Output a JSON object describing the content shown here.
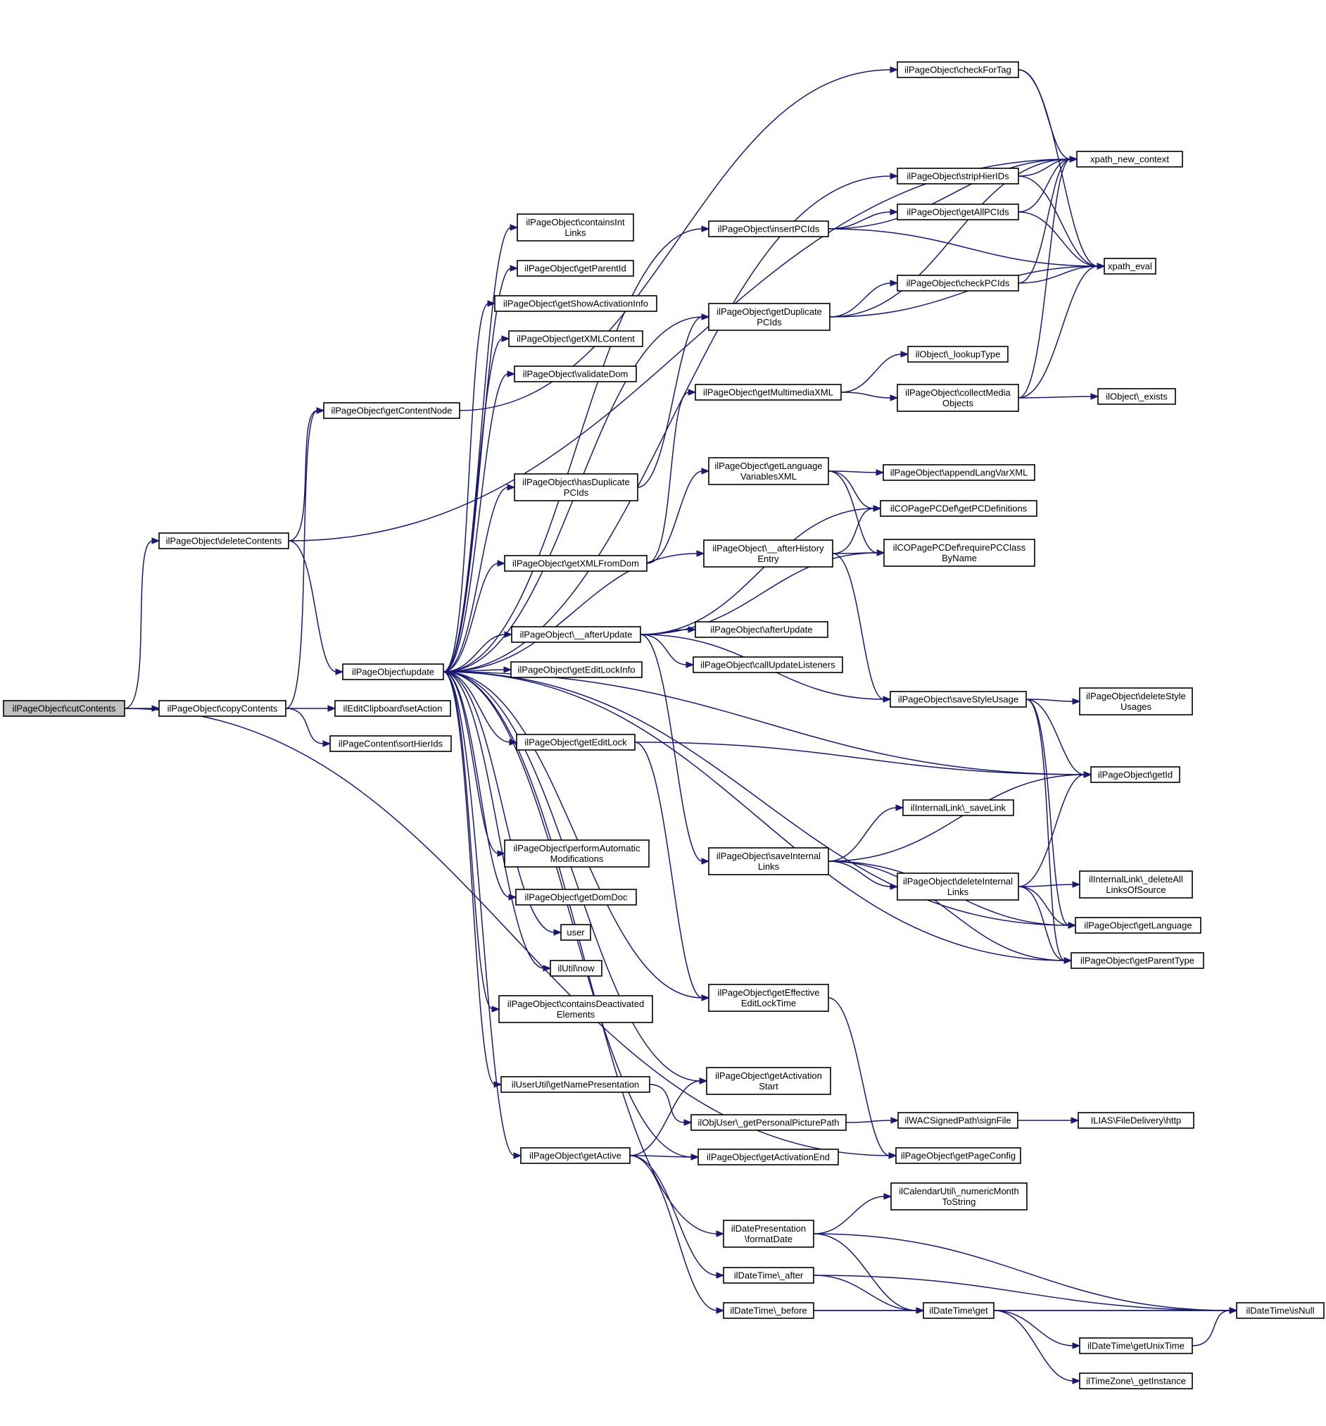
{
  "graph": {
    "edge_color": "#191970",
    "root_fill": "#bfbfbf",
    "nodes": [
      {
        "id": "cutContents",
        "lines": [
          "ilPageObject\\cutContents"
        ]
      },
      {
        "id": "deleteContents",
        "lines": [
          "ilPageObject\\deleteContents"
        ]
      },
      {
        "id": "copyContents",
        "lines": [
          "ilPageObject\\copyContents"
        ]
      },
      {
        "id": "getContentNode",
        "lines": [
          "ilPageObject\\getContentNode"
        ]
      },
      {
        "id": "update",
        "lines": [
          "ilPageObject\\update"
        ]
      },
      {
        "id": "setAction",
        "lines": [
          "ilEditClipboard\\setAction"
        ]
      },
      {
        "id": "sortHierIds",
        "lines": [
          "ilPageContent\\sortHierIds"
        ]
      },
      {
        "id": "containsIntLinks",
        "lines": [
          "ilPageObject\\containsInt",
          "Links"
        ]
      },
      {
        "id": "getParentId",
        "lines": [
          "ilPageObject\\getParentId"
        ]
      },
      {
        "id": "getShowActivationInfo",
        "lines": [
          "ilPageObject\\getShowActivationInfo"
        ]
      },
      {
        "id": "getXMLContent",
        "lines": [
          "ilPageObject\\getXMLContent"
        ]
      },
      {
        "id": "validateDom",
        "lines": [
          "ilPageObject\\validateDom"
        ]
      },
      {
        "id": "hasDuplicatePCIds",
        "lines": [
          "ilPageObject\\hasDuplicate",
          "PCIds"
        ]
      },
      {
        "id": "getXMLFromDom",
        "lines": [
          "ilPageObject\\getXMLFromDom"
        ]
      },
      {
        "id": "afterUpdateInt",
        "lines": [
          "ilPageObject\\__afterUpdate"
        ]
      },
      {
        "id": "getEditLockInfo",
        "lines": [
          "ilPageObject\\getEditLockInfo"
        ]
      },
      {
        "id": "getEditLock",
        "lines": [
          "ilPageObject\\getEditLock"
        ]
      },
      {
        "id": "performAutomaticModifications",
        "lines": [
          "ilPageObject\\performAutomatic",
          "Modifications"
        ]
      },
      {
        "id": "getDomDoc",
        "lines": [
          "ilPageObject\\getDomDoc"
        ]
      },
      {
        "id": "user",
        "lines": [
          "user"
        ]
      },
      {
        "id": "now",
        "lines": [
          "ilUtil\\now"
        ]
      },
      {
        "id": "containsDeactivatedElements",
        "lines": [
          "ilPageObject\\containsDeactivated",
          "Elements"
        ]
      },
      {
        "id": "getNamePresentation",
        "lines": [
          "ilUserUtil\\getNamePresentation"
        ]
      },
      {
        "id": "getActive",
        "lines": [
          "ilPageObject\\getActive"
        ]
      },
      {
        "id": "insertPCIds",
        "lines": [
          "ilPageObject\\insertPCIds"
        ]
      },
      {
        "id": "getDuplicatePCIds",
        "lines": [
          "ilPageObject\\getDuplicate",
          "PCIds"
        ]
      },
      {
        "id": "getMultimediaXML",
        "lines": [
          "ilPageObject\\getMultimediaXML"
        ]
      },
      {
        "id": "getLanguageVariablesXML",
        "lines": [
          "ilPageObject\\getLanguage",
          "VariablesXML"
        ]
      },
      {
        "id": "afterHistoryEntry",
        "lines": [
          "ilPageObject\\__afterHistory",
          "Entry"
        ]
      },
      {
        "id": "afterUpdate",
        "lines": [
          "ilPageObject\\afterUpdate"
        ]
      },
      {
        "id": "callUpdateListeners",
        "lines": [
          "ilPageObject\\callUpdateListeners"
        ]
      },
      {
        "id": "saveInternalLinks",
        "lines": [
          "ilPageObject\\saveInternal",
          "Links"
        ]
      },
      {
        "id": "getEffectiveEditLockTime",
        "lines": [
          "ilPageObject\\getEffective",
          "EditLockTime"
        ]
      },
      {
        "id": "getActivationStart",
        "lines": [
          "ilPageObject\\getActivation",
          "Start"
        ]
      },
      {
        "id": "getPersonalPicturePath",
        "lines": [
          "ilObjUser\\_getPersonalPicturePath"
        ]
      },
      {
        "id": "getActivationEnd",
        "lines": [
          "ilPageObject\\getActivationEnd"
        ]
      },
      {
        "id": "formatDate",
        "lines": [
          "ilDatePresentation",
          "\\formatDate"
        ]
      },
      {
        "id": "dtAfter",
        "lines": [
          "ilDateTime\\_after"
        ]
      },
      {
        "id": "dtBefore",
        "lines": [
          "ilDateTime\\_before"
        ]
      },
      {
        "id": "checkForTag",
        "lines": [
          "ilPageObject\\checkForTag"
        ]
      },
      {
        "id": "stripHierIDs",
        "lines": [
          "ilPageObject\\stripHierIDs"
        ]
      },
      {
        "id": "getAllPCIds",
        "lines": [
          "ilPageObject\\getAllPCIds"
        ]
      },
      {
        "id": "checkPCIds",
        "lines": [
          "ilPageObject\\checkPCIds"
        ]
      },
      {
        "id": "lookupType",
        "lines": [
          "ilObject\\_lookupType"
        ]
      },
      {
        "id": "collectMediaObjects",
        "lines": [
          "ilPageObject\\collectMedia",
          "Objects"
        ]
      },
      {
        "id": "appendLangVarXML",
        "lines": [
          "ilPageObject\\appendLangVarXML"
        ]
      },
      {
        "id": "getPCDefinitions",
        "lines": [
          "ilCOPagePCDef\\getPCDefinitions"
        ]
      },
      {
        "id": "requirePCClassByName",
        "lines": [
          "ilCOPagePCDef\\requirePCClass",
          "ByName"
        ]
      },
      {
        "id": "saveStyleUsage",
        "lines": [
          "ilPageObject\\saveStyleUsage"
        ]
      },
      {
        "id": "saveLink",
        "lines": [
          "ilInternalLink\\_saveLink"
        ]
      },
      {
        "id": "deleteInternalLinks",
        "lines": [
          "ilPageObject\\deleteInternal",
          "Links"
        ]
      },
      {
        "id": "signFile",
        "lines": [
          "ilWACSignedPath\\signFile"
        ]
      },
      {
        "id": "getPageConfig",
        "lines": [
          "ilPageObject\\getPageConfig"
        ]
      },
      {
        "id": "numericMonthToString",
        "lines": [
          "ilCalendarUtil\\_numericMonth",
          "ToString"
        ]
      },
      {
        "id": "dtGet",
        "lines": [
          "ilDateTime\\get"
        ]
      },
      {
        "id": "getUnixTime",
        "lines": [
          "ilDateTime\\getUnixTime"
        ]
      },
      {
        "id": "getInstance",
        "lines": [
          "ilTimeZone\\_getInstance"
        ]
      },
      {
        "id": "xpathNewContext",
        "lines": [
          "xpath_new_context"
        ]
      },
      {
        "id": "xpathEval",
        "lines": [
          "xpath_eval"
        ]
      },
      {
        "id": "objExists",
        "lines": [
          "ilObject\\_exists"
        ]
      },
      {
        "id": "deleteStyleUsages",
        "lines": [
          "ilPageObject\\deleteStyle",
          "Usages"
        ]
      },
      {
        "id": "getId",
        "lines": [
          "ilPageObject\\getId"
        ]
      },
      {
        "id": "deleteAllLinksOfSource",
        "lines": [
          "ilInternalLink\\_deleteAll",
          "LinksOfSource"
        ]
      },
      {
        "id": "getLanguage",
        "lines": [
          "ilPageObject\\getLanguage"
        ]
      },
      {
        "id": "getParentType",
        "lines": [
          "ilPageObject\\getParentType"
        ]
      },
      {
        "id": "http",
        "lines": [
          "ILIAS\\FileDelivery\\http"
        ]
      },
      {
        "id": "isNull",
        "lines": [
          "ilDateTime\\isNull"
        ]
      }
    ],
    "edges": [
      [
        "cutContents",
        "deleteContents"
      ],
      [
        "cutContents",
        "copyContents"
      ],
      [
        "cutContents",
        "getPageConfig"
      ],
      [
        "deleteContents",
        "getContentNode"
      ],
      [
        "deleteContents",
        "update"
      ],
      [
        "deleteContents",
        "xpathNewContext"
      ],
      [
        "copyContents",
        "getContentNode"
      ],
      [
        "copyContents",
        "setAction"
      ],
      [
        "copyContents",
        "sortHierIds"
      ],
      [
        "getContentNode",
        "checkForTag"
      ],
      [
        "update",
        "containsIntLinks"
      ],
      [
        "update",
        "getParentId"
      ],
      [
        "update",
        "getShowActivationInfo"
      ],
      [
        "update",
        "getXMLContent"
      ],
      [
        "update",
        "validateDom"
      ],
      [
        "update",
        "hasDuplicatePCIds"
      ],
      [
        "update",
        "getXMLFromDom"
      ],
      [
        "update",
        "afterUpdateInt"
      ],
      [
        "update",
        "getEditLockInfo"
      ],
      [
        "update",
        "getEditLock"
      ],
      [
        "update",
        "performAutomaticModifications"
      ],
      [
        "update",
        "getDomDoc"
      ],
      [
        "update",
        "user"
      ],
      [
        "update",
        "now"
      ],
      [
        "update",
        "containsDeactivatedElements"
      ],
      [
        "update",
        "getNamePresentation"
      ],
      [
        "update",
        "getActive"
      ],
      [
        "update",
        "insertPCIds"
      ],
      [
        "update",
        "getDuplicatePCIds"
      ],
      [
        "update",
        "afterHistoryEntry"
      ],
      [
        "update",
        "stripHierIDs"
      ],
      [
        "update",
        "getId"
      ],
      [
        "update",
        "getLanguage"
      ],
      [
        "update",
        "getParentType"
      ],
      [
        "update",
        "getActivationEnd"
      ],
      [
        "update",
        "formatDate"
      ],
      [
        "update",
        "getActivationStart"
      ],
      [
        "update",
        "getEffectiveEditLockTime"
      ],
      [
        "hasDuplicatePCIds",
        "getDuplicatePCIds"
      ],
      [
        "getXMLFromDom",
        "getMultimediaXML"
      ],
      [
        "getXMLFromDom",
        "getLanguageVariablesXML"
      ],
      [
        "afterUpdateInt",
        "afterUpdate"
      ],
      [
        "afterUpdateInt",
        "callUpdateListeners"
      ],
      [
        "afterUpdateInt",
        "saveStyleUsage"
      ],
      [
        "afterUpdateInt",
        "saveInternalLinks"
      ],
      [
        "afterUpdateInt",
        "getPCDefinitions"
      ],
      [
        "afterUpdateInt",
        "requirePCClassByName"
      ],
      [
        "getEditLock",
        "getId"
      ],
      [
        "getEditLock",
        "getEffectiveEditLockTime"
      ],
      [
        "getNamePresentation",
        "getPersonalPicturePath"
      ],
      [
        "getActive",
        "getActivationStart"
      ],
      [
        "getActive",
        "getActivationEnd"
      ],
      [
        "getActive",
        "dtAfter"
      ],
      [
        "getActive",
        "dtBefore"
      ],
      [
        "insertPCIds",
        "xpathNewContext"
      ],
      [
        "insertPCIds",
        "getAllPCIds"
      ],
      [
        "insertPCIds",
        "xpathEval"
      ],
      [
        "getDuplicatePCIds",
        "xpathNewContext"
      ],
      [
        "getDuplicatePCIds",
        "checkPCIds"
      ],
      [
        "getDuplicatePCIds",
        "xpathEval"
      ],
      [
        "getMultimediaXML",
        "lookupType"
      ],
      [
        "getMultimediaXML",
        "collectMediaObjects"
      ],
      [
        "getLanguageVariablesXML",
        "appendLangVarXML"
      ],
      [
        "getLanguageVariablesXML",
        "getPCDefinitions"
      ],
      [
        "getLanguageVariablesXML",
        "requirePCClassByName"
      ],
      [
        "afterHistoryEntry",
        "getPCDefinitions"
      ],
      [
        "afterHistoryEntry",
        "requirePCClassByName"
      ],
      [
        "afterHistoryEntry",
        "saveStyleUsage"
      ],
      [
        "saveInternalLinks",
        "saveLink"
      ],
      [
        "saveInternalLinks",
        "deleteInternalLinks"
      ],
      [
        "saveInternalLinks",
        "getId"
      ],
      [
        "saveInternalLinks",
        "getLanguage"
      ],
      [
        "saveInternalLinks",
        "getParentType"
      ],
      [
        "getEffectiveEditLockTime",
        "getPageConfig"
      ],
      [
        "getPersonalPicturePath",
        "signFile"
      ],
      [
        "formatDate",
        "numericMonthToString"
      ],
      [
        "formatDate",
        "isNull"
      ],
      [
        "formatDate",
        "dtGet"
      ],
      [
        "dtAfter",
        "dtGet"
      ],
      [
        "dtAfter",
        "isNull"
      ],
      [
        "dtBefore",
        "dtGet"
      ],
      [
        "dtBefore",
        "isNull"
      ],
      [
        "checkForTag",
        "xpathNewContext"
      ],
      [
        "checkForTag",
        "xpathEval"
      ],
      [
        "stripHierIDs",
        "xpathNewContext"
      ],
      [
        "stripHierIDs",
        "xpathEval"
      ],
      [
        "getAllPCIds",
        "xpathNewContext"
      ],
      [
        "getAllPCIds",
        "xpathEval"
      ],
      [
        "checkPCIds",
        "xpathNewContext"
      ],
      [
        "checkPCIds",
        "xpathEval"
      ],
      [
        "collectMediaObjects",
        "xpathNewContext"
      ],
      [
        "collectMediaObjects",
        "xpathEval"
      ],
      [
        "collectMediaObjects",
        "objExists"
      ],
      [
        "saveStyleUsage",
        "deleteStyleUsages"
      ],
      [
        "saveStyleUsage",
        "getId"
      ],
      [
        "saveStyleUsage",
        "getLanguage"
      ],
      [
        "saveStyleUsage",
        "getParentType"
      ],
      [
        "deleteInternalLinks",
        "deleteAllLinksOfSource"
      ],
      [
        "deleteInternalLinks",
        "getId"
      ],
      [
        "deleteInternalLinks",
        "getLanguage"
      ],
      [
        "deleteInternalLinks",
        "getParentType"
      ],
      [
        "signFile",
        "http"
      ],
      [
        "dtGet",
        "isNull"
      ],
      [
        "dtGet",
        "getUnixTime"
      ],
      [
        "dtGet",
        "getInstance"
      ],
      [
        "getUnixTime",
        "isNull"
      ]
    ]
  }
}
